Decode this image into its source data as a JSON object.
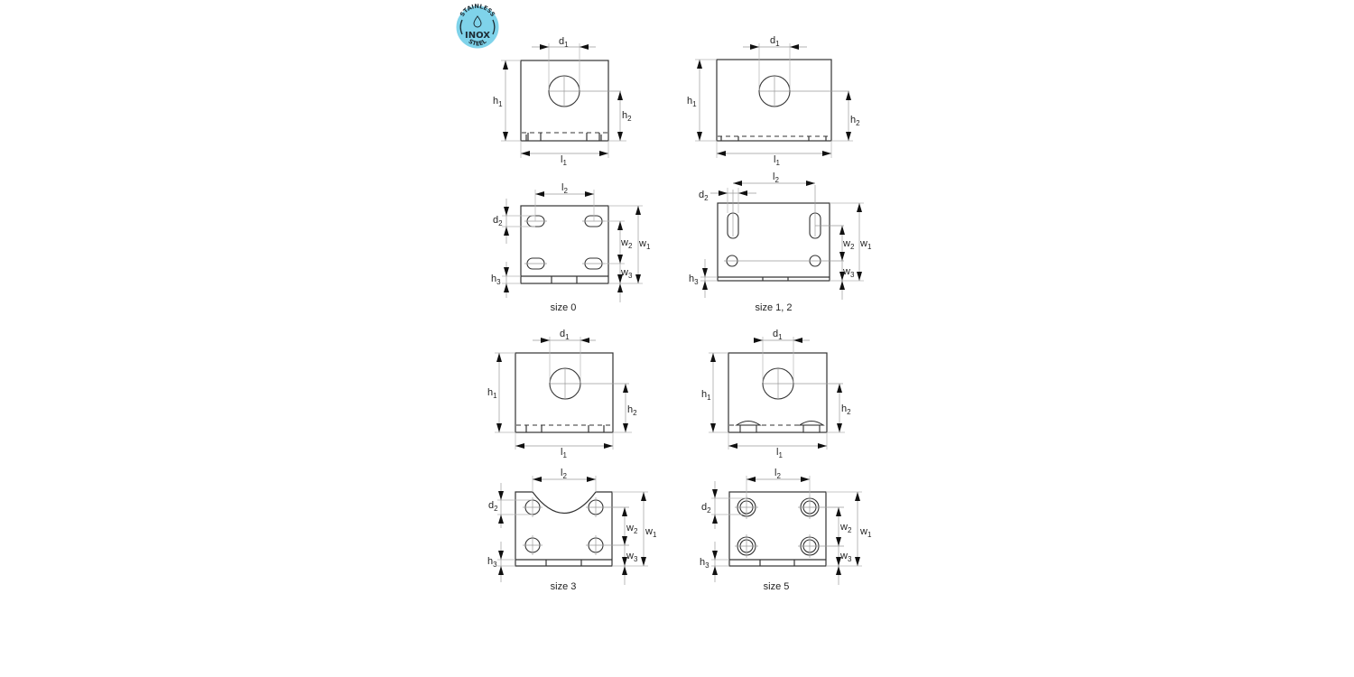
{
  "badge": {
    "top_text": "STAINLESS",
    "center_text": "INOX",
    "bottom_text": "STEEL",
    "fill_color": "#7fd3ea",
    "ring_color": "#1c2b33",
    "icon": "water-drop-icon"
  },
  "dimension_labels": {
    "d1": {
      "base": "d",
      "sub": "1"
    },
    "d2": {
      "base": "d",
      "sub": "2"
    },
    "h1": {
      "base": "h",
      "sub": "1"
    },
    "h2": {
      "base": "h",
      "sub": "2"
    },
    "h3": {
      "base": "h",
      "sub": "3"
    },
    "l1": {
      "base": "l",
      "sub": "1"
    },
    "l2": {
      "base": "l",
      "sub": "2"
    },
    "w1": {
      "base": "w",
      "sub": "1"
    },
    "w2": {
      "base": "w",
      "sub": "2"
    },
    "w3": {
      "base": "w",
      "sub": "3"
    }
  },
  "variants": [
    {
      "id": "size0",
      "caption": "size 0",
      "hole_style": "horizontal slots"
    },
    {
      "id": "size12",
      "caption": "size 1, 2",
      "hole_style": "vertical slots + round holes"
    },
    {
      "id": "size3",
      "caption": "size 3",
      "hole_style": "round holes with arc cutout"
    },
    {
      "id": "size5",
      "caption": "size 5",
      "hole_style": "counterbored holes"
    }
  ],
  "colors": {
    "line": "#333333",
    "dimension_line": "#9a9a9a",
    "badge_fill": "#7fd3ea"
  }
}
